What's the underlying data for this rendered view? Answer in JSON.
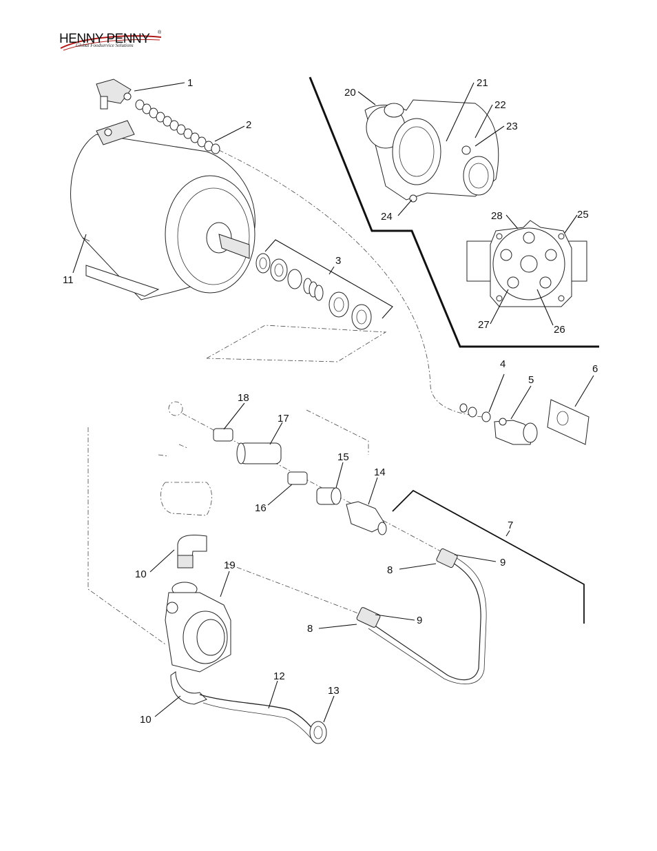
{
  "logo": {
    "brand": "HENNY PENNY",
    "reg_mark": "®",
    "tagline": "Global Foodservice Solutions"
  },
  "callouts": [
    "1",
    "2",
    "3",
    "4",
    "5",
    "6",
    "7",
    "8",
    "8",
    "9",
    "9",
    "10",
    "10",
    "11",
    "12",
    "13",
    "14",
    "15",
    "16",
    "17",
    "18",
    "19",
    "20",
    "21",
    "22",
    "23",
    "24",
    "25",
    "26",
    "27",
    "28"
  ]
}
